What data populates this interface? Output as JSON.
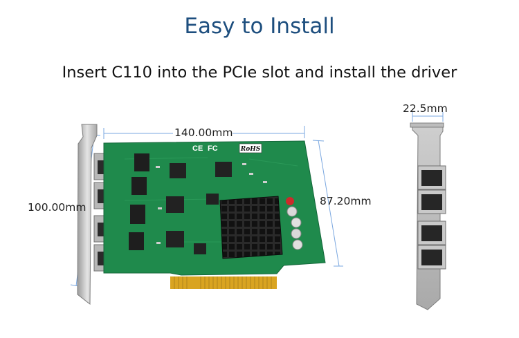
{
  "heading": "Easy to Install",
  "subheading": "Insert C110 into the PCIe slot and install the driver",
  "dimensions": {
    "width": "140.00mm",
    "height_left": "100.00mm",
    "height_right": "87.20mm",
    "bracket_width": "22.5mm"
  },
  "board_markings": {
    "rohs": "RoHS",
    "ce": "CE",
    "fc": "FC"
  },
  "colors": {
    "heading": "#1d4e7e",
    "pcb": "#1f8a4c",
    "dimension_line": "#7aa7e0",
    "gold_contacts": "#d9a421",
    "heatsink": "#1b1b1b"
  }
}
